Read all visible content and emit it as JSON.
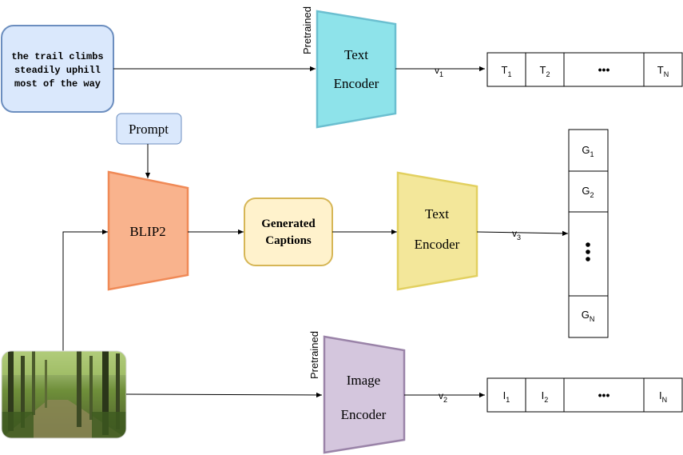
{
  "input_text": {
    "lines": [
      "the trail climbs",
      "steadily uphill",
      "most of the way"
    ]
  },
  "prompt": {
    "label": "Prompt"
  },
  "blip": {
    "label": "BLIP2"
  },
  "captions": {
    "line1": "Generated",
    "line2": "Captions"
  },
  "text_encoder_top": {
    "line1": "Text",
    "line2": "Encoder",
    "tag": "Pretrained"
  },
  "text_encoder_mid": {
    "line1": "Text",
    "line2": "Encoder"
  },
  "image_encoder": {
    "line1": "Image",
    "line2": "Encoder",
    "tag": "Pretrained"
  },
  "vectors": {
    "v1": {
      "base": "v",
      "sub": "1"
    },
    "v2": {
      "base": "v",
      "sub": "2"
    },
    "v3": {
      "base": "v",
      "sub": "3"
    }
  },
  "t_row": [
    {
      "base": "T",
      "sub": "1"
    },
    {
      "base": "T",
      "sub": "2"
    },
    {
      "base": "•••",
      "sub": ""
    },
    {
      "base": "T",
      "sub": "N"
    }
  ],
  "i_row": [
    {
      "base": "I",
      "sub": "1"
    },
    {
      "base": "I",
      "sub": "2"
    },
    {
      "base": "•••",
      "sub": ""
    },
    {
      "base": "I",
      "sub": "N"
    }
  ],
  "g_col": [
    {
      "base": "G",
      "sub": "1"
    },
    {
      "base": "G",
      "sub": "2"
    },
    {
      "base": "",
      "sub": ""
    },
    {
      "base": "G",
      "sub": "N"
    }
  ],
  "colors": {
    "input_fill": "#dae8fc",
    "input_stroke": "#6c8ebf",
    "encoder_top_fill": "#8ee3ea",
    "encoder_top_stroke": "#6bbfd0",
    "blip_fill": "#f9b38d",
    "blip_stroke": "#f08a57",
    "captions_fill": "#fff2cc",
    "captions_stroke": "#d6b656",
    "encoder_mid_fill": "#f3e79a",
    "encoder_mid_stroke": "#e2d060",
    "image_enc_fill": "#d4c6dd",
    "image_enc_stroke": "#9a83a8"
  }
}
